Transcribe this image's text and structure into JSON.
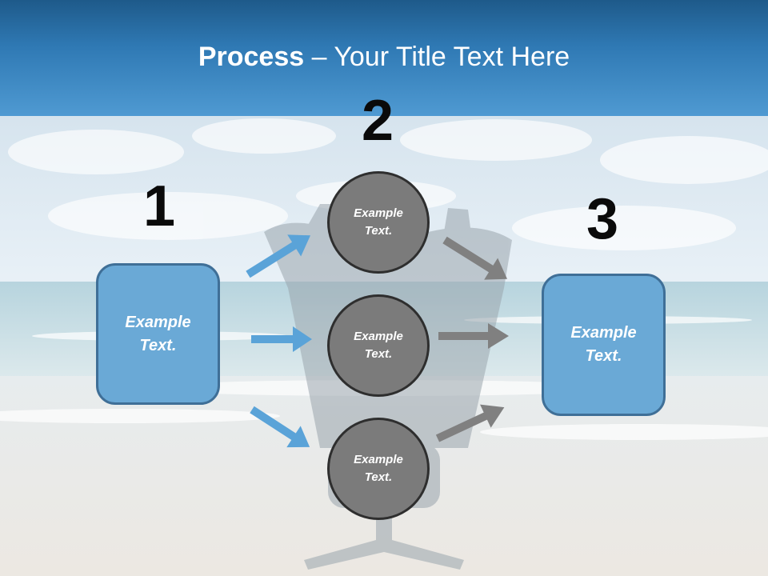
{
  "title": {
    "bold": "Process",
    "rest": " – Your Title Text Here"
  },
  "steps": [
    {
      "number": "1",
      "box_text": "Example\nText."
    },
    {
      "number": "2",
      "circles": [
        "Example\nText.",
        "Example\nText.",
        "Example\nText."
      ]
    },
    {
      "number": "3",
      "box_text": "Example\nText."
    }
  ],
  "colors": {
    "title_bar": "#2f79b4",
    "box_fill": "#6aa9d6",
    "circle_fill": "#7b7b7b",
    "arrow_blue": "#5aa3d8",
    "arrow_gray": "#808080"
  }
}
